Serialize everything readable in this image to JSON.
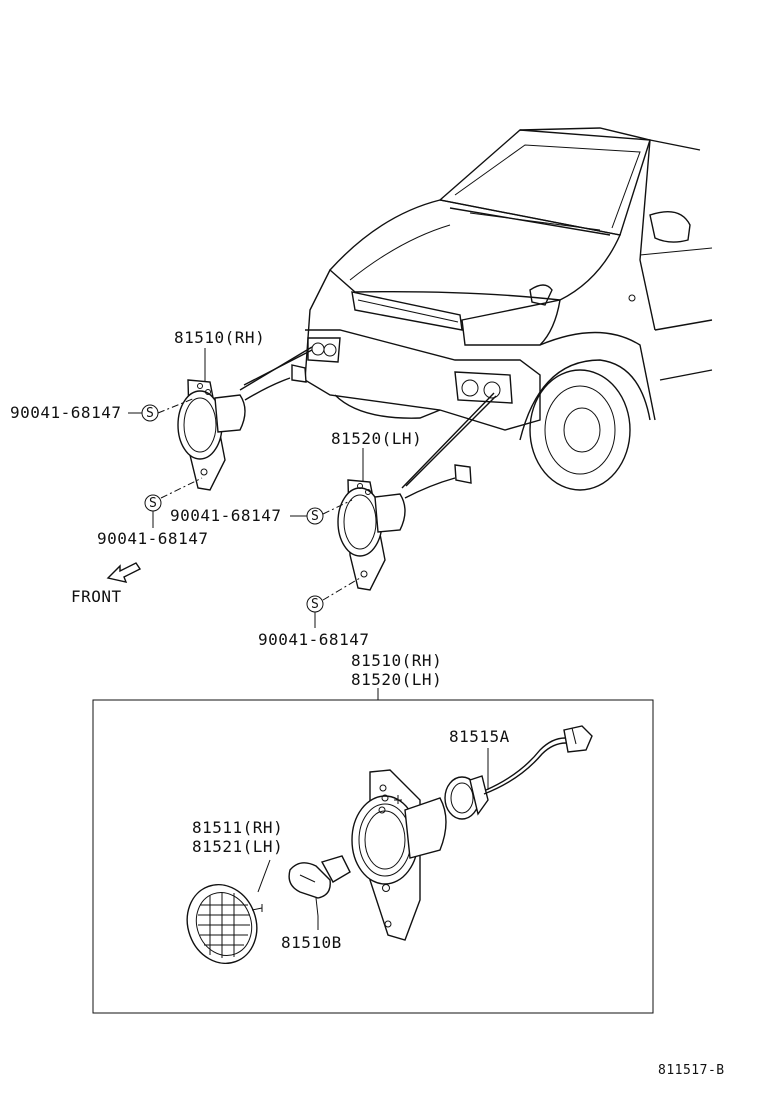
{
  "labels": {
    "part_81510_rh": "81510(RH)",
    "part_81520_lh": "81520(LH)",
    "screw_1": "90041-68147",
    "screw_2": "90041-68147",
    "screw_3": "90041-68147",
    "screw_4": "90041-68147",
    "front": "FRONT",
    "screw_symbol": "S",
    "assy_rh": "81510(RH)",
    "assy_lh": "81520(LH)",
    "socket": "81515A",
    "lens_rh": "81511(RH)",
    "lens_lh": "81521(LH)",
    "bulb": "81510B",
    "diagram_code": "811517-B"
  }
}
